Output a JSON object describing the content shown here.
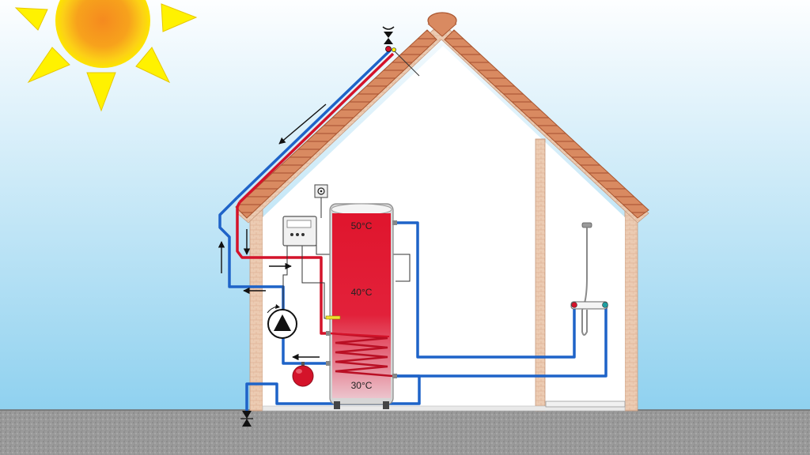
{
  "tank": {
    "temp_top": "50°C",
    "temp_middle": "40°C",
    "temp_bottom": "30°C"
  },
  "icons": {
    "sun": "sun-icon",
    "pump": "circulation-pump-icon",
    "expansion_vessel": "expansion-vessel-icon",
    "controller": "solar-controller-icon",
    "socket": "power-socket-icon",
    "shower": "shower-icon",
    "valve_top": "air-vent-valve-icon",
    "valve_bottom": "drain-valve-icon"
  },
  "colors": {
    "sky_top": "#fdfeff",
    "sky_bottom": "#8fd1ef",
    "ground": "#9a9a9a",
    "roof_tile": "#d98a61",
    "wall_brick": "#ecc9b1",
    "hot_pipe": "#d4132a",
    "cold_pipe": "#1e63c8",
    "tank_hot": "#e0152d",
    "tank_cool": "#e8b8c2",
    "sun_core": "#f7a21c",
    "sun_ray": "#fff200"
  }
}
